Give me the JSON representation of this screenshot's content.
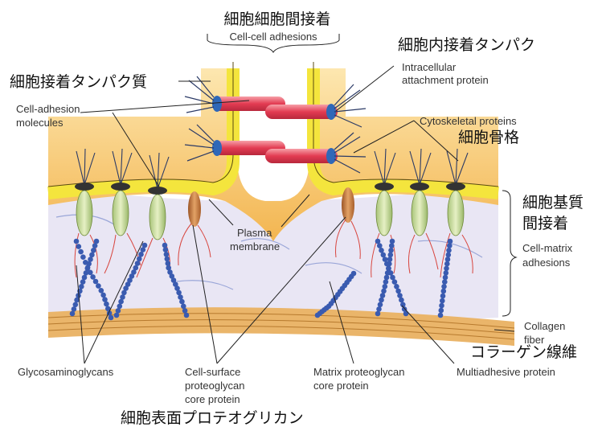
{
  "labels": {
    "jp_cell_cell": "細胞細胞間接着",
    "en_cell_cell_1": "Cell-cell adhesions",
    "jp_intracellular": "細胞内接着タンパク",
    "en_intracellular_1": "Intracellular",
    "en_intracellular_2": "attachment protein",
    "jp_cam": "細胞接着タンパク質",
    "en_cam_1": "Cell-adhesion",
    "en_cam_2": "molecules",
    "en_cytoskeletal": "Cytoskeletal proteins",
    "jp_cytoskeleton": "細胞骨格",
    "jp_cell_matrix_1": "細胞基質",
    "jp_cell_matrix_2": "間接着",
    "en_cell_matrix_1": "Cell-matrix",
    "en_cell_matrix_2": "adhesions",
    "en_plasma_1": "Plasma",
    "en_plasma_2": "membrane",
    "en_collagen_1": "Collagen",
    "en_collagen_2": "fiber",
    "jp_collagen": "コラーゲン線維",
    "en_gag": "Glycosaminoglycans",
    "en_csp_1": "Cell-surface",
    "en_csp_2": "proteoglycan",
    "en_csp_3": "core protein",
    "en_mpc_1": "Matrix proteoglycan",
    "en_mpc_2": "core protein",
    "en_multi": "Multiadhesive protein",
    "jp_csp": "細胞表面プロテオグリカン"
  },
  "colors": {
    "cytoplasm": "#f6c568",
    "membrane": "#f2e23a",
    "matrix": "#e7e4f3",
    "collagen": "#e8b866",
    "linker": "#e8455a",
    "integrin": "#cfe0a1",
    "proteoglycan_core": "#c97a3a",
    "gag_bead": "#3a5bb0",
    "anchor": "#2f68b8"
  }
}
